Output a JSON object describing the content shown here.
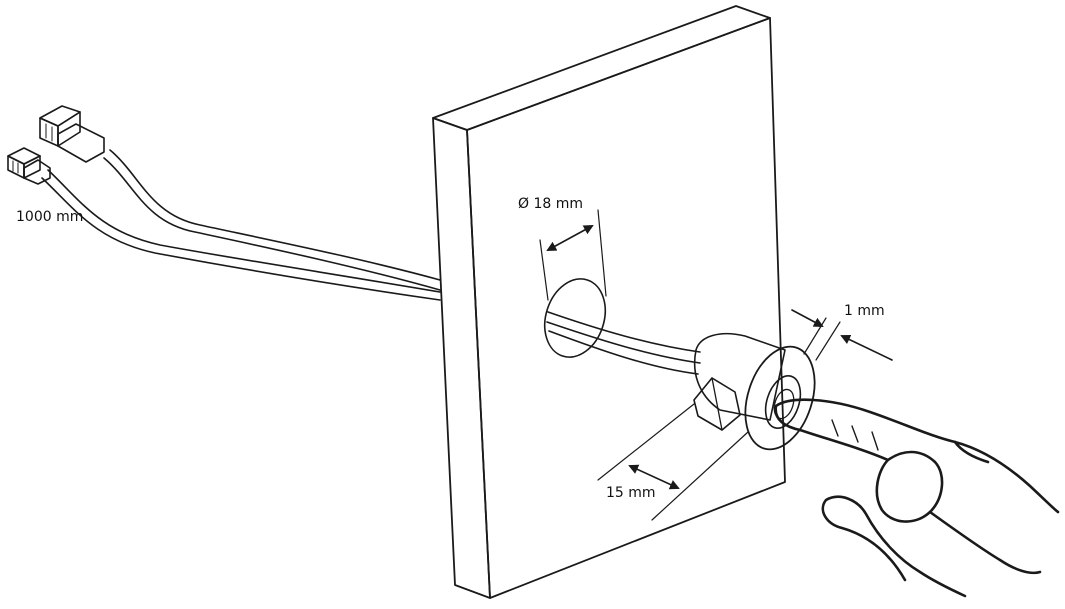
{
  "labels": {
    "cable_length": "1000 mm",
    "hole_diameter": "Ø 18 mm",
    "flange_thickness": "1 mm",
    "mount_depth": "15 mm"
  },
  "colors": {
    "ink": "#1a1a1a",
    "panel_face": "#ffffff",
    "panel_edge": "#f2f2f2"
  }
}
